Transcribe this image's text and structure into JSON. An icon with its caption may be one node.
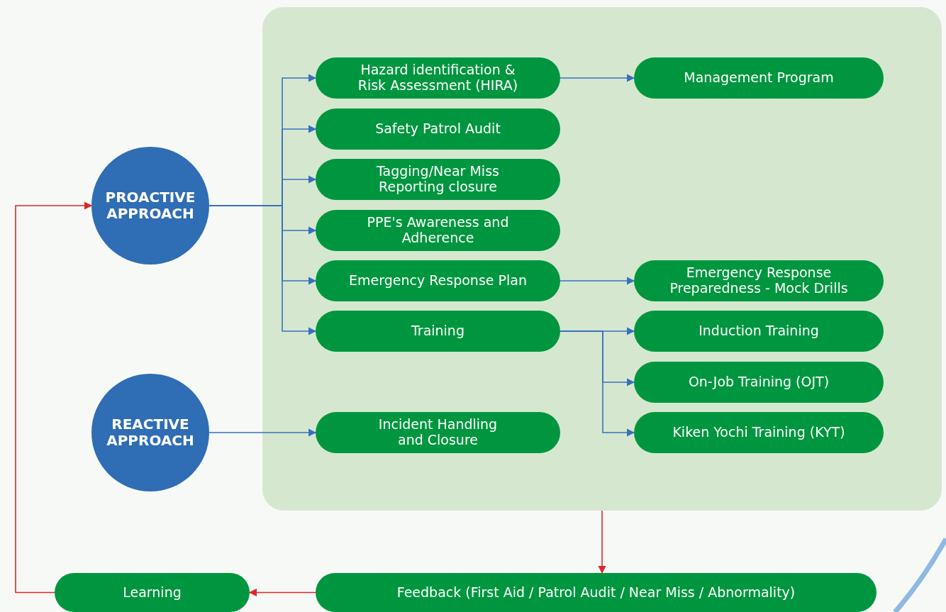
{
  "diagram": {
    "nodes": [
      {
        "text": [
          "PROACTIVE APPROACH"
        ]
      },
      {
        "text": [],
        "shape": "box"
      },
      {
        "text": [
          "Hazard identification & Risk Assessment (HIRA)"
        ],
        "in": 1
      },
      {
        "text": [
          "Safety Patrol Audit"
        ],
        "in": 1
      },
      {
        "text": [
          "Tagging/Near Miss Reporting closure"
        ],
        "in": 1
      },
      {
        "text": [
          "PPE's Awareness and Adherence"
        ],
        "in": 1
      },
      {
        "text": [
          "Emergency Response Plan"
        ],
        "in": 1
      },
      {
        "text": [
          "Training"
        ],
        "in": 1
      },
      {
        "text": [
          "Management Program"
        ],
        "in": 1
      },
      {
        "text": [
          "Emergency Response Preparedness - Mock Drills"
        ],
        "in": 1
      },
      {
        "text": [
          "Induction Training"
        ],
        "in": 1
      },
      {
        "text": [
          "On-Job Training (OJT)"
        ],
        "in": 1
      },
      {
        "text": [
          "Kiken Yochi Training (KYT)"
        ],
        "in": 1
      },
      {
        "text": [
          "Incident Handling and Closure"
        ],
        "in": 1
      },
      {
        "text": [
          "REACTIVE APPROACH"
        ]
      },
      {
        "text": [
          "Learning"
        ]
      },
      {
        "text": [
          "Feedback (First Aid / Patrol Audit / Near Miss / Abnormality)"
        ]
      }
    ],
    "edges": [
      {
        "from": 0,
        "to": 2,
        "arrow": "to"
      },
      {
        "from": 0,
        "to": 3,
        "arrow": "to"
      },
      {
        "from": 0,
        "to": 4,
        "arrow": "to"
      },
      {
        "from": 0,
        "to": 5,
        "arrow": "to"
      },
      {
        "from": 0,
        "to": 6,
        "arrow": "to"
      },
      {
        "from": 0,
        "to": 7,
        "arrow": "to"
      },
      {
        "from": 2,
        "to": 8,
        "arrow": "to"
      },
      {
        "from": 6,
        "to": 9,
        "arrow": "to"
      },
      {
        "from": 7,
        "to": 10,
        "arrow": "to"
      },
      {
        "from": 7,
        "to": 11,
        "arrow": "to"
      },
      {
        "from": 7,
        "to": 12,
        "arrow": "to"
      },
      {
        "from": 14,
        "to": 13,
        "arrow": "to"
      },
      {
        "from": 1,
        "to": 16,
        "arrow": "to",
        "color": "#e0262b"
      },
      {
        "from": 16,
        "to": 15,
        "arrow": "to",
        "color": "#e0262b"
      },
      {
        "from": 15,
        "to": 0,
        "arrow": "to",
        "color": "#e0262b"
      }
    ]
  }
}
